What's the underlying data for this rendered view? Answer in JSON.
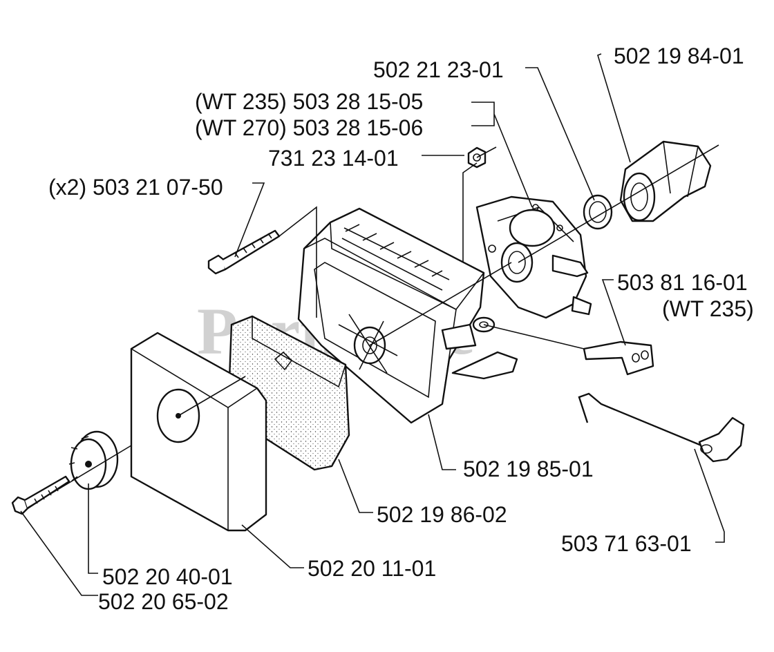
{
  "watermark": "PartsTree",
  "callouts": [
    {
      "id": "carb-intake-elbow",
      "text": "502 19 84-01"
    },
    {
      "id": "intake-gasket-ring",
      "text": "502 21 23-01"
    },
    {
      "id": "carburetor-wt235",
      "text": "(WT 235) 503 28 15-05"
    },
    {
      "id": "carburetor-wt270",
      "text": "(WT 270) 503 28 15-06"
    },
    {
      "id": "nut",
      "text": "731 23 14-01"
    },
    {
      "id": "screw-x2",
      "text": "(x2) 503 21 07-50"
    },
    {
      "id": "bracket-wt235-line1",
      "text": "503 81 16-01"
    },
    {
      "id": "bracket-wt235-line2",
      "text": "(WT 235)"
    },
    {
      "id": "air-filter-housing",
      "text": "502 19 85-01"
    },
    {
      "id": "filter-foam",
      "text": "502 19 86-02"
    },
    {
      "id": "filter-cover",
      "text": "502 20 11-01"
    },
    {
      "id": "knob",
      "text": "502 20 40-01"
    },
    {
      "id": "cover-bolt",
      "text": "502 20 65-02"
    },
    {
      "id": "choke-rod",
      "text": "503 71 63-01"
    }
  ]
}
